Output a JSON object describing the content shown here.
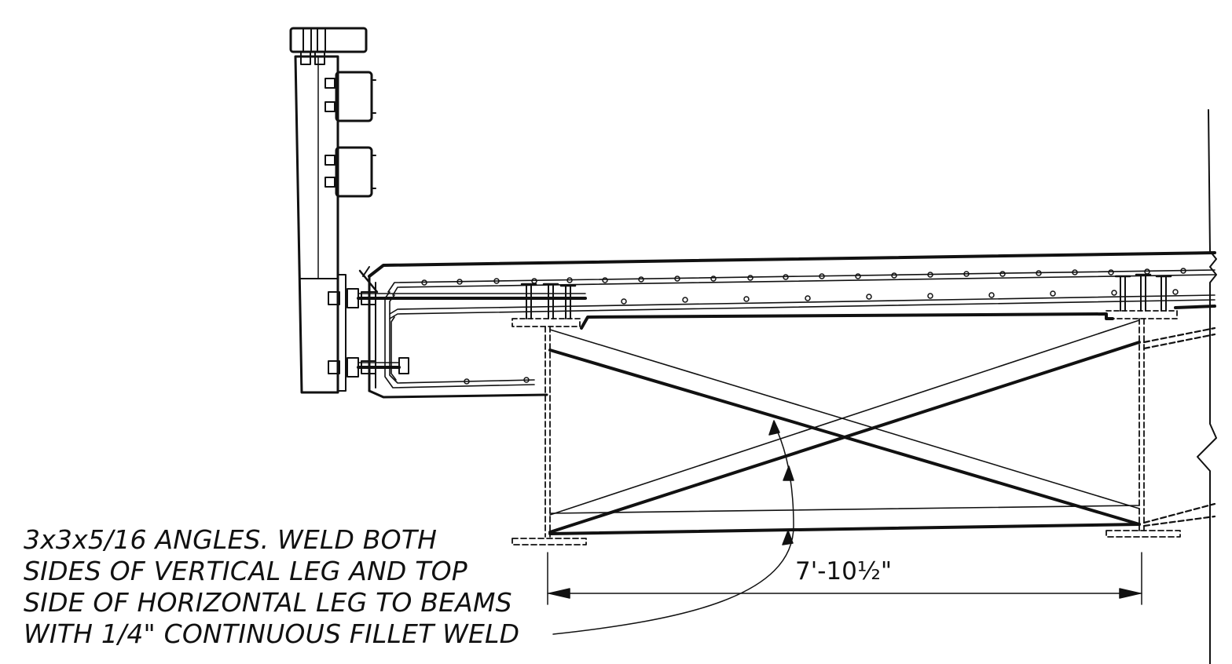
{
  "dimension": {
    "label": "7'-10½\""
  },
  "note": {
    "lines": [
      "3x3x5/16 ANGLES. WELD BOTH",
      "SIDES OF VERTICAL LEG AND TOP",
      "SIDE OF HORIZONTAL LEG TO BEAMS",
      "WITH 1/4\" CONTINUOUS FILLET WELD"
    ]
  },
  "colors": {
    "line": "#111111",
    "background": "#ffffff"
  }
}
